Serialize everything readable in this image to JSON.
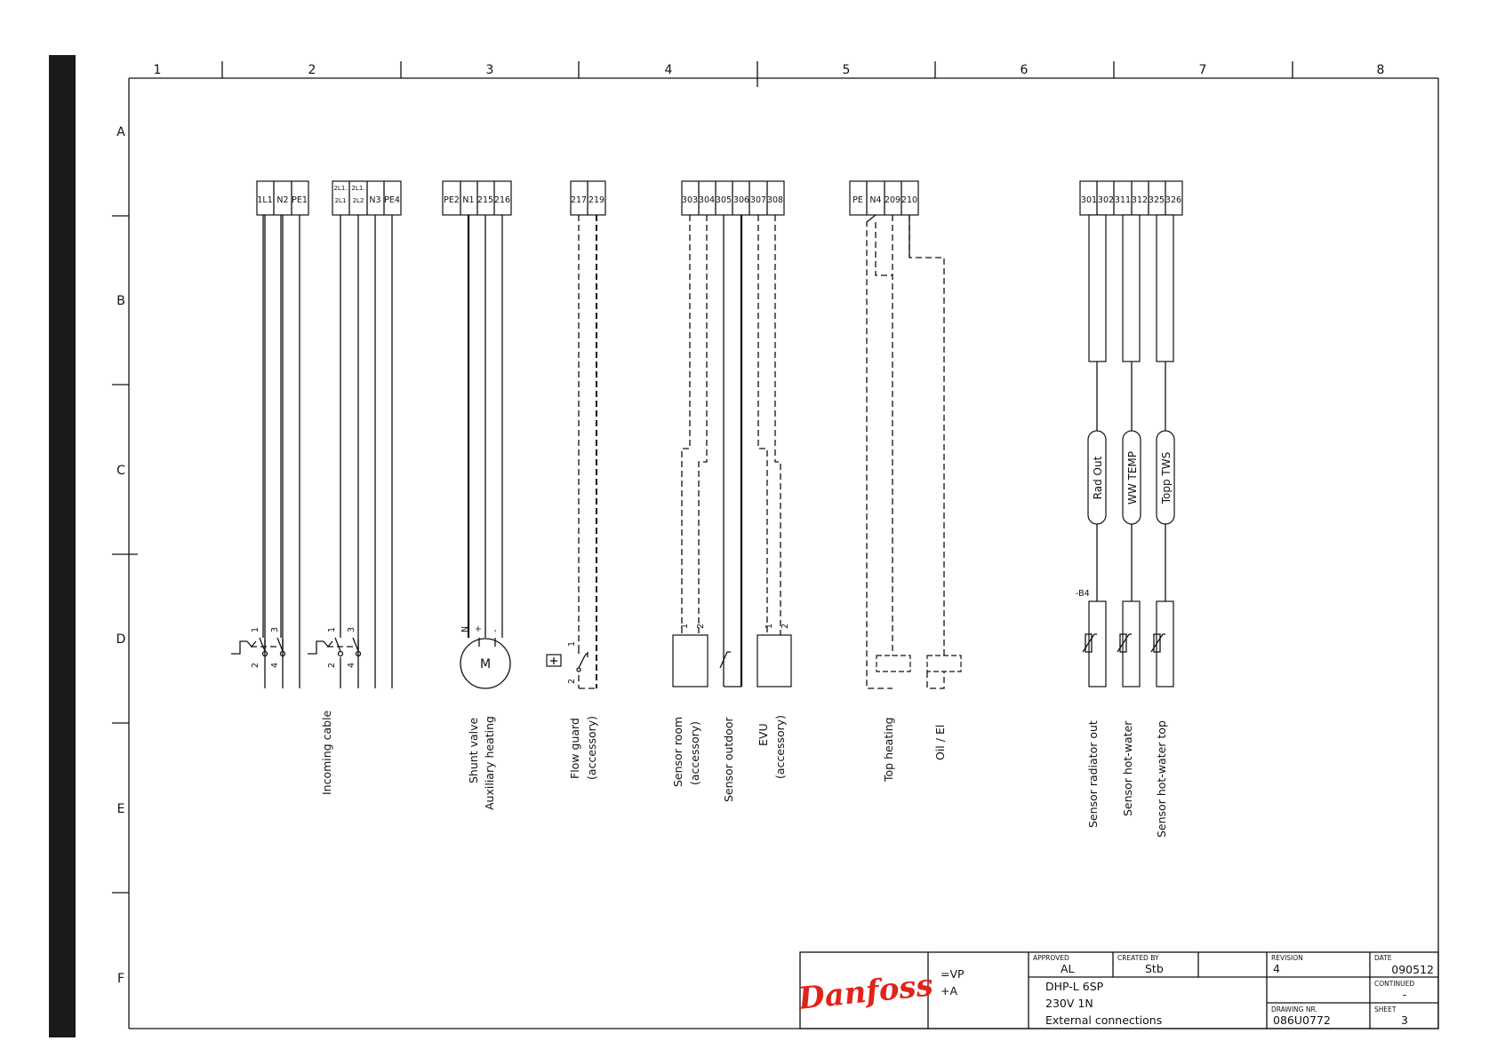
{
  "grid": {
    "columns": [
      "1",
      "2",
      "3",
      "4",
      "5",
      "6",
      "7",
      "8"
    ],
    "rows": [
      "A",
      "B",
      "C",
      "D",
      "E",
      "F"
    ]
  },
  "terminals": {
    "incoming": [
      "1L1",
      "N2",
      "PE1"
    ],
    "incoming2_top": [
      "2L1.",
      "2L1.",
      "N3",
      "PE4"
    ],
    "incoming2_bottom": [
      "2L1",
      "2L2",
      "",
      ""
    ],
    "shunt": [
      "PE2",
      "N1",
      "215",
      "216"
    ],
    "flow": [
      "217",
      "219"
    ],
    "sensors": [
      "303",
      "304",
      "305",
      "306",
      "307",
      "308"
    ],
    "top": [
      "PE",
      "N4",
      "209",
      "210"
    ],
    "temp": [
      "301",
      "302",
      "311",
      "312",
      "325",
      "326"
    ]
  },
  "contacts": {
    "one": "1",
    "two": "2",
    "three": "3",
    "four": "4"
  },
  "motor": {
    "label": "M",
    "n": "N",
    "plus": "+",
    "minus": "-"
  },
  "device_labels": {
    "incoming_cable": "Incoming cable",
    "shunt_valve": "Shunt valve",
    "aux_heating": "Auxiliary heating",
    "flow_guard": "Flow guard",
    "accessory": "(accessory)",
    "sensor_room": "Sensor room",
    "sensor_outdoor": "Sensor outdoor",
    "evu": "EVU",
    "top_heating": "Top heating",
    "oil_el": "Oil / El",
    "sensor_radiator_out": "Sensor radiator out",
    "sensor_hot_water": "Sensor hot-water",
    "sensor_hot_water_top": "Sensor hot-water top"
  },
  "sensor_tags": {
    "rad_out": "Rad Out",
    "ww_temp": "WW TEMP",
    "topp_tws": "Topp TWS",
    "b4": "-B4"
  },
  "title_block": {
    "logo": "Danfoss",
    "logo_color": "#e2231a",
    "vp": "=VP",
    "a": "+A",
    "approved_h": "APPROVED",
    "approved": "AL",
    "created_h": "CREATED BY",
    "created": "Stb",
    "revision_h": "REVISION",
    "revision": "4",
    "date_h": "DATE",
    "date": "090512",
    "product": "DHP-L 6SP",
    "supply": "230V 1N",
    "title": "External connections",
    "continued_h": "CONTINUED",
    "continued": "-",
    "drawing_h": "DRAWING NR.",
    "drawing": "086U0772",
    "sheet_h": "SHEET",
    "sheet": "3"
  }
}
